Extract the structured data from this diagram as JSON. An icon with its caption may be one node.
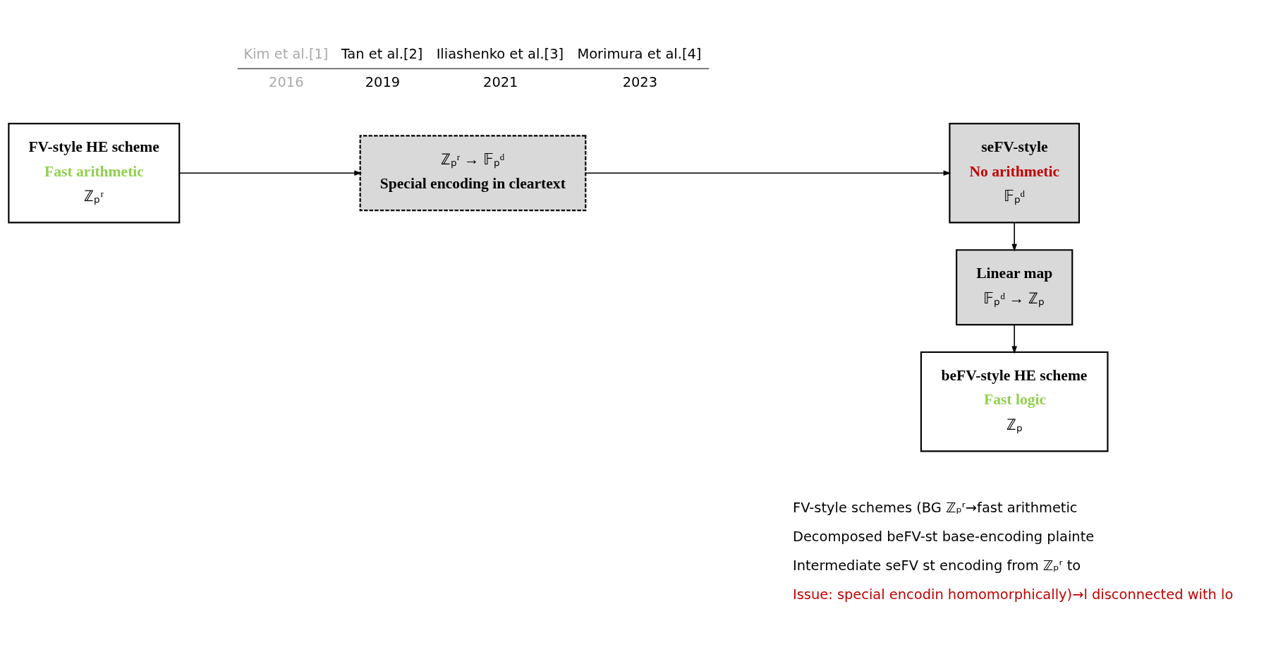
{
  "diagram": {
    "nodes": [
      {
        "text": [
          "FV-style HE scheme",
          "Fast arithmetic",
          "ℤₚʳ"
        ]
      },
      {
        "text": [
          "ℤₚʳ → 𝔽ₚᵈ",
          "Special encoding in cleartext"
        ]
      },
      {
        "text": [
          "seFV-style",
          "No arithmetic",
          "𝔽ₚᵈ"
        ]
      },
      {
        "text": [
          "Linear map",
          "𝔽ₚᵈ → ℤₚ"
        ]
      },
      {
        "text": [
          "beFV-style HE scheme",
          "Fast logic",
          "ℤₚ"
        ]
      }
    ],
    "edges": [
      {
        "from": 0,
        "to": 1,
        "arrow": "to"
      },
      {
        "from": 1,
        "to": 2,
        "arrow": "to"
      },
      {
        "from": 2,
        "to": 3,
        "arrow": "to"
      },
      {
        "from": 3,
        "to": 4,
        "arrow": "to"
      }
    ],
    "labels": [
      "Kim et al.[1]",
      "Tan et al.[2]",
      "Iliashenko et al.[3]",
      "Morimura et al.[4]",
      "2016",
      "2019",
      "2021",
      "2023",
      "FV-style schemes (BG ℤₚʳ→fast arithmetic",
      "Decomposed beFV-st base-encoding plainte",
      "Intermediate seFV st encoding from ℤₚʳ to",
      "Issue: special encodin homomorphically)→l disconnected with lo"
    ]
  }
}
